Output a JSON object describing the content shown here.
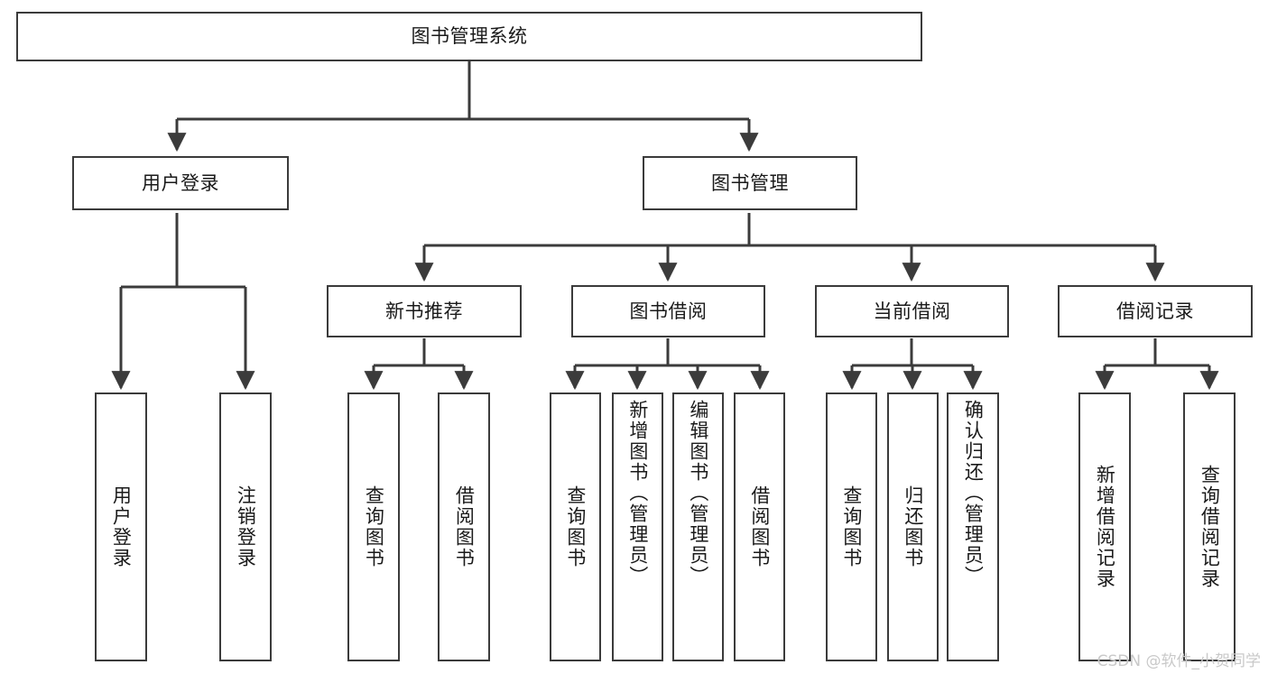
{
  "diagram": {
    "title": "图书管理系统",
    "type": "hierarchy-tree",
    "watermark": "CSDN @软件_小贺同学",
    "colors": {
      "stroke": "#3b3b3b",
      "fill": "#ffffff",
      "text": "#1a1a1a",
      "watermark": "#c9c9c9"
    },
    "root": {
      "label": "图书管理系统"
    },
    "level2": [
      {
        "label": "用户登录"
      },
      {
        "label": "图书管理"
      }
    ],
    "level3": [
      {
        "label": "新书推荐"
      },
      {
        "label": "图书借阅"
      },
      {
        "label": "当前借阅"
      },
      {
        "label": "借阅记录"
      }
    ],
    "leaves": {
      "user_login": [
        {
          "label": "用户登录"
        },
        {
          "label": "注销登录"
        }
      ],
      "new_book_recommend": [
        {
          "label": "查询图书"
        },
        {
          "label": "借阅图书"
        }
      ],
      "book_borrow": [
        {
          "label": "查询图书"
        },
        {
          "label": "新增图书（管理员）"
        },
        {
          "label": "编辑图书（管理员）"
        },
        {
          "label": "借阅图书"
        }
      ],
      "current_borrow": [
        {
          "label": "查询图书"
        },
        {
          "label": "归还图书"
        },
        {
          "label": "确认归还（管理员）"
        }
      ],
      "borrow_record": [
        {
          "label": "新增借阅记录"
        },
        {
          "label": "查询借阅记录"
        }
      ]
    }
  }
}
